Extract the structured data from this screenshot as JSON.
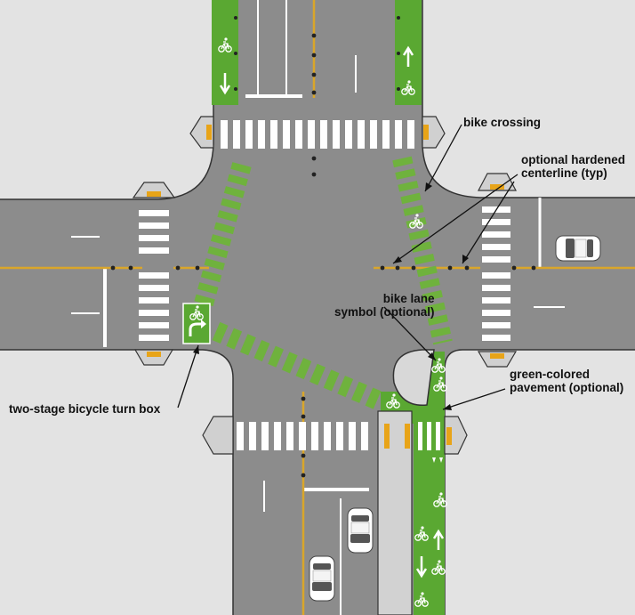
{
  "labels": {
    "bike_crossing": "bike crossing",
    "hardened_centerline": [
      "optional hardened",
      "centerline (typ)"
    ],
    "bike_lane_symbol": [
      "bike lane",
      "symbol (optional)"
    ],
    "green_pavement": [
      "green-colored",
      "pavement (optional)"
    ],
    "turn_box": "two-stage bicycle turn box"
  },
  "colors": {
    "background": "#e3e3e3",
    "road": "#8c8c8c",
    "marking": "#ffffff",
    "bike_green": "#6fb23d",
    "green_lane": "#5aa832",
    "centerline": "#d9a62a",
    "post": "#2a2a2a",
    "island": "#d2d2d2",
    "detectable_pad": "#e8a418"
  },
  "icons": [
    "bicycle-symbol",
    "arrow-up",
    "arrow-down",
    "turn-arrow",
    "car",
    "bollard-post"
  ]
}
